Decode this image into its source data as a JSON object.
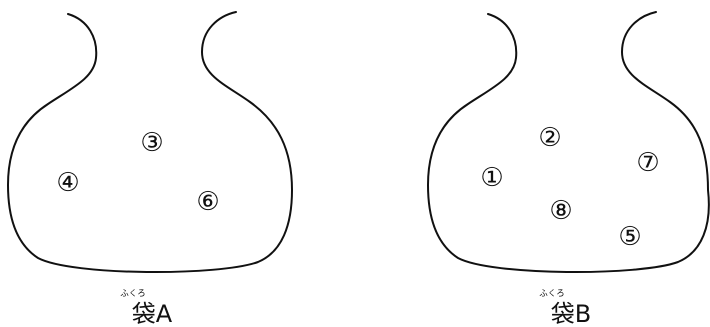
{
  "bags": [
    {
      "ruby": "ふくろ",
      "label": "袋A",
      "balls": [
        "④",
        "③",
        "⑥"
      ]
    },
    {
      "ruby": "ふくろ",
      "label": "袋B",
      "balls": [
        "①",
        "②",
        "⑦",
        "⑧",
        "⑤"
      ]
    }
  ],
  "colors": {
    "stroke": "#111111",
    "background": "#ffffff"
  }
}
